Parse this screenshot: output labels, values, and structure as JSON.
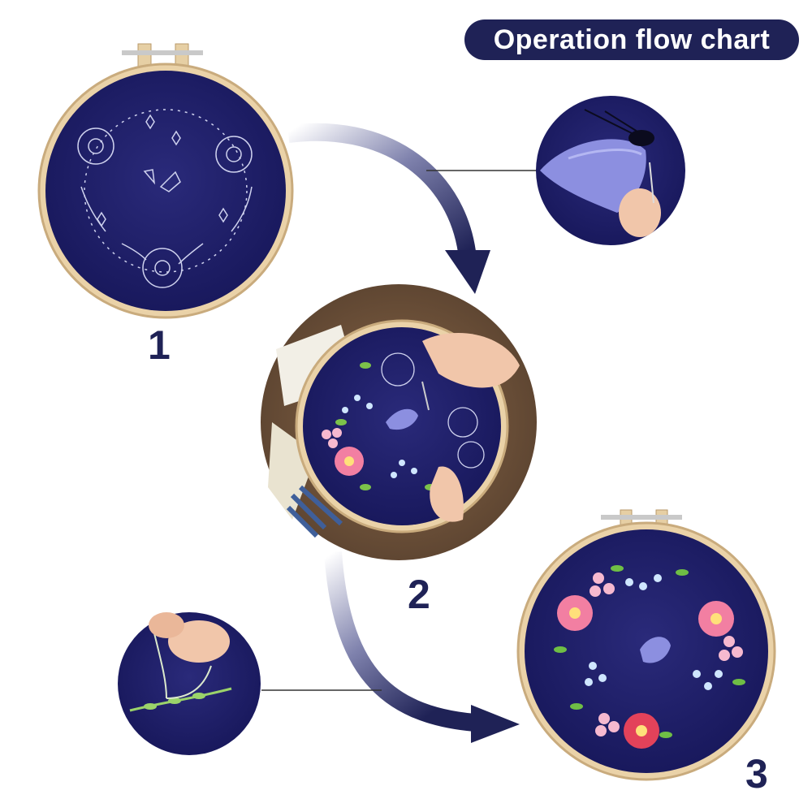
{
  "title": "Operation flow chart",
  "steps": [
    {
      "number": "1"
    },
    {
      "number": "2"
    },
    {
      "number": "3"
    }
  ],
  "colors": {
    "fabric": "#1f1f66",
    "title_bg": "#1f2256",
    "hoop_wood": "#ead2a8",
    "arrow": "#1f2256"
  }
}
